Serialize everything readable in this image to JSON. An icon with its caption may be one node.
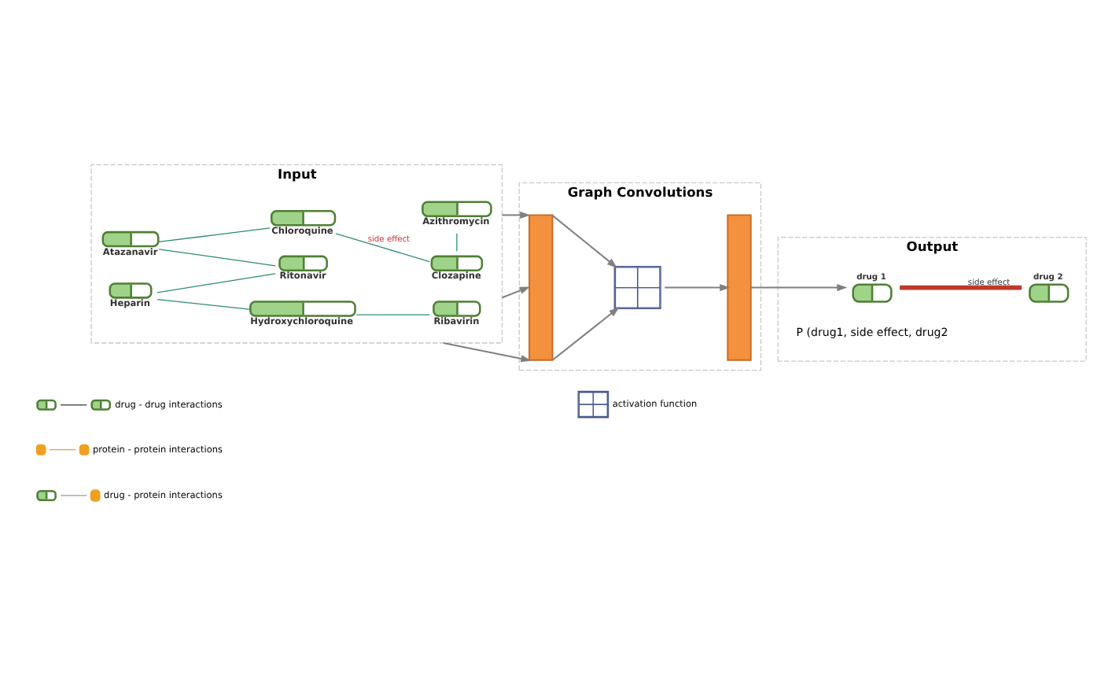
{
  "diagram": {
    "nodes": [
      {
        "text": [
          "Input"
        ]
      },
      {
        "text": [
          "Chloroquine"
        ],
        "in": 0
      },
      {
        "text": [
          "Clozapine"
        ],
        "in": 0
      },
      {
        "text": [
          "Atazanavir"
        ],
        "in": 0
      },
      {
        "text": [
          "Azithromycin"
        ],
        "in": 0
      },
      {
        "text": [
          "Ritonavir"
        ],
        "in": 0
      },
      {
        "text": [
          "Ribavirin"
        ],
        "in": 0
      },
      {
        "text": [
          "Heparin"
        ],
        "in": 0
      },
      {
        "text": [
          "Hydroxychloroquine"
        ],
        "in": 0
      },
      {
        "text": [
          "Graph Convolutions"
        ]
      },
      {
        "text": [],
        "shape": "box",
        "in": 9
      },
      {
        "text": [],
        "shape": "picture",
        "in": 9
      },
      {
        "text": [],
        "shape": "box",
        "in": 9
      },
      {
        "text": [
          "Output"
        ]
      },
      {
        "text": [
          "drug 1"
        ],
        "in": 13
      },
      {
        "text": [
          "drug 2"
        ],
        "in": 13
      }
    ],
    "edges": [
      {
        "from": 1,
        "to": 2,
        "arrow": "none",
        "label": "side effect"
      },
      {
        "from": 3,
        "to": 1,
        "arrow": "none"
      },
      {
        "from": 2,
        "to": 4,
        "arrow": "none"
      },
      {
        "from": 3,
        "to": 5,
        "arrow": "none"
      },
      {
        "from": 7,
        "to": 5,
        "arrow": "none"
      },
      {
        "from": 7,
        "to": 8,
        "arrow": "none"
      },
      {
        "from": 8,
        "to": 6,
        "arrow": "none"
      },
      {
        "from": 0,
        "to": 10,
        "arrow": "to",
        "color": "#808080"
      },
      {
        "from": 0,
        "to": 10,
        "arrow": "to",
        "color": "#808080"
      },
      {
        "from": 0,
        "to": 10,
        "arrow": "to",
        "color": "#808080"
      },
      {
        "from": 10,
        "to": 11,
        "arrow": "to",
        "color": "#808080"
      },
      {
        "from": 10,
        "to": 11,
        "arrow": "to",
        "color": "#808080"
      },
      {
        "from": 11,
        "to": 12,
        "arrow": "to",
        "color": "#808080"
      },
      {
        "from": 12,
        "to": 14,
        "arrow": "to",
        "color": "#808080"
      },
      {
        "from": 14,
        "to": 15,
        "arrow": "none",
        "label": "side effect",
        "style": "thick",
        "color": "#c0392b"
      }
    ],
    "labels": [
      "P (drug1, side effect, drug2"
    ],
    "legend": [
      {
        "text": "drug - drug interactions"
      },
      {
        "text": "protein - protein interactions"
      },
      {
        "text": "drug - protein interactions"
      },
      {
        "text": "activation function"
      }
    ]
  }
}
